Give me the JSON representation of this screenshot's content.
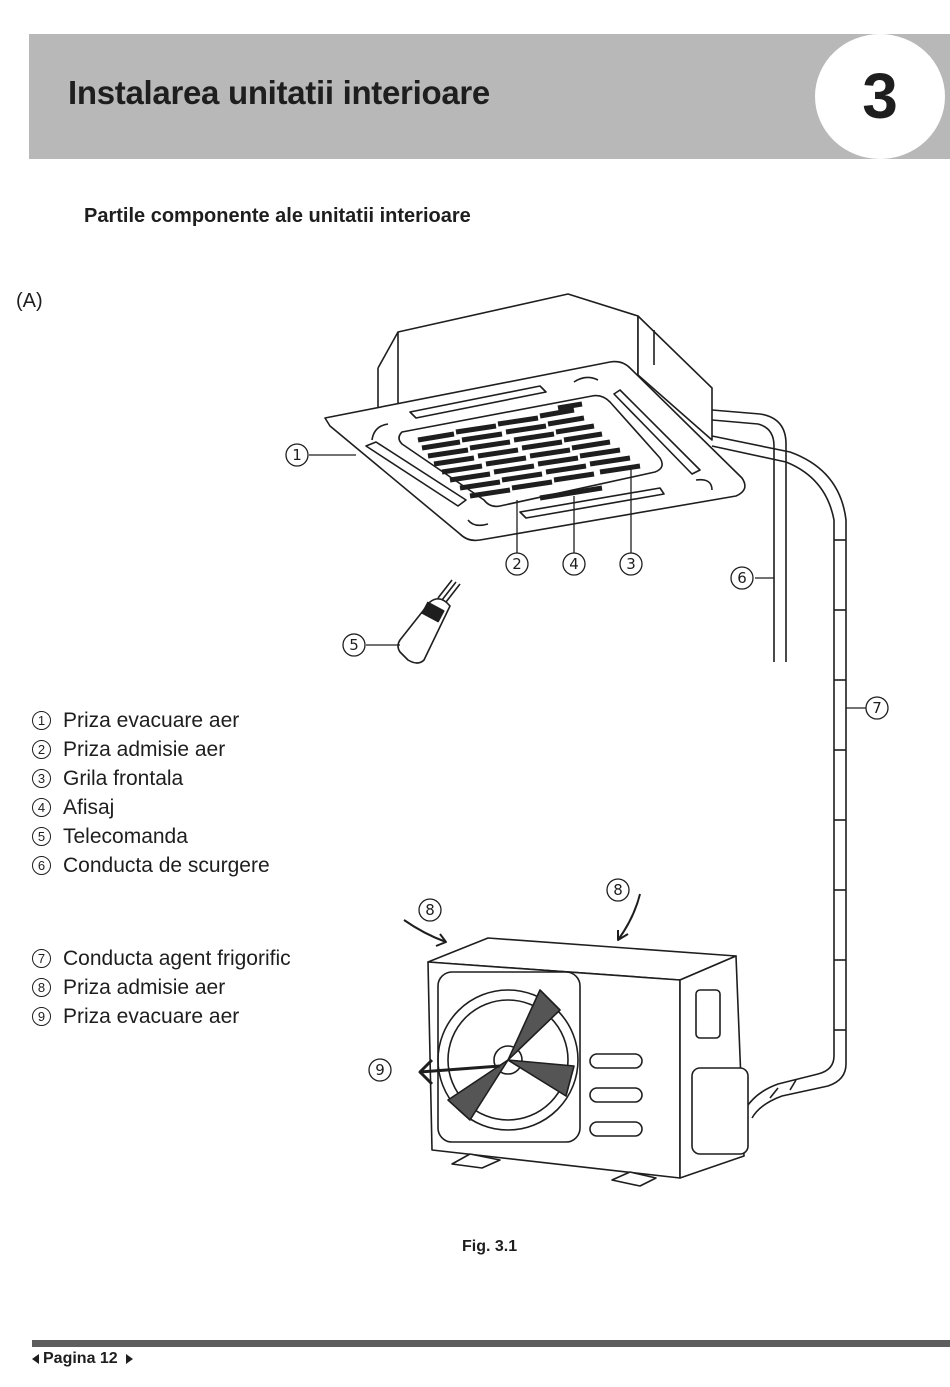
{
  "header": {
    "title": "Instalarea unitatii interioare",
    "chapter": "3"
  },
  "section": {
    "title": "Partile componente ale unitatii interioare",
    "part_label": "(A)"
  },
  "legend_indoor": [
    {
      "num": "1",
      "label": "Priza evacuare aer"
    },
    {
      "num": "2",
      "label": "Priza admisie aer"
    },
    {
      "num": "3",
      "label": "Grila frontala"
    },
    {
      "num": "4",
      "label": "Afisaj"
    },
    {
      "num": "5",
      "label": "Telecomanda"
    },
    {
      "num": "6",
      "label": "Conducta de scurgere"
    }
  ],
  "legend_outdoor": [
    {
      "num": "7",
      "label": "Conducta agent frigorific"
    },
    {
      "num": "8",
      "label": "Priza admisie aer"
    },
    {
      "num": "9",
      "label": "Priza evacuare aer"
    }
  ],
  "callouts": {
    "c1": "1",
    "c2": "2",
    "c3": "3",
    "c4": "4",
    "c5": "5",
    "c6": "6",
    "c7": "7",
    "c8a": "8",
    "c8b": "8",
    "c9": "9"
  },
  "figure": {
    "caption": "Fig. 3.1"
  },
  "footer": {
    "page_label": "Pagina 12"
  },
  "colors": {
    "header_band": "#b8b8b8",
    "footer_rule": "#5e5e5e"
  }
}
